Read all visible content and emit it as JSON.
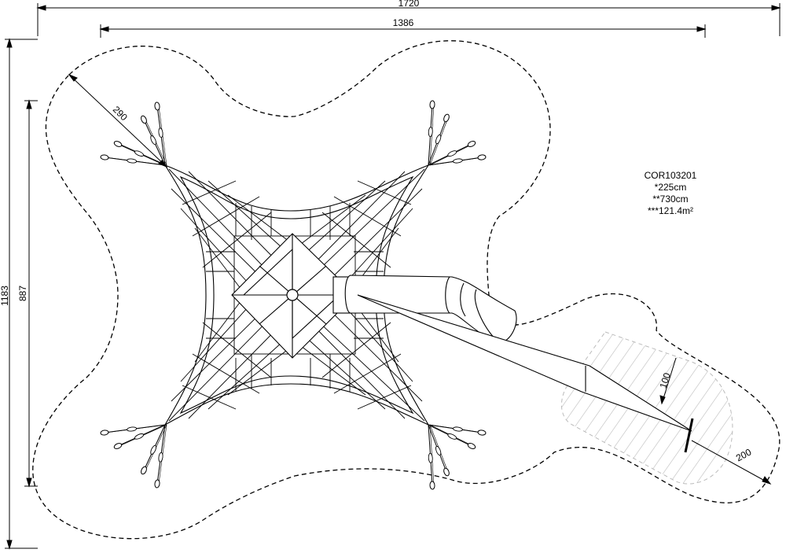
{
  "drawing": {
    "product_code": "COR103201",
    "specs": [
      "*225cm",
      "**730cm",
      "***121.4m²"
    ],
    "dimensions": {
      "overall_width": "1720",
      "inner_width": "1386",
      "overall_height": "1183",
      "inner_height": "887",
      "safety_margin_net": "290",
      "slide_exit_length": "100",
      "slide_runout_zone": "200"
    }
  }
}
